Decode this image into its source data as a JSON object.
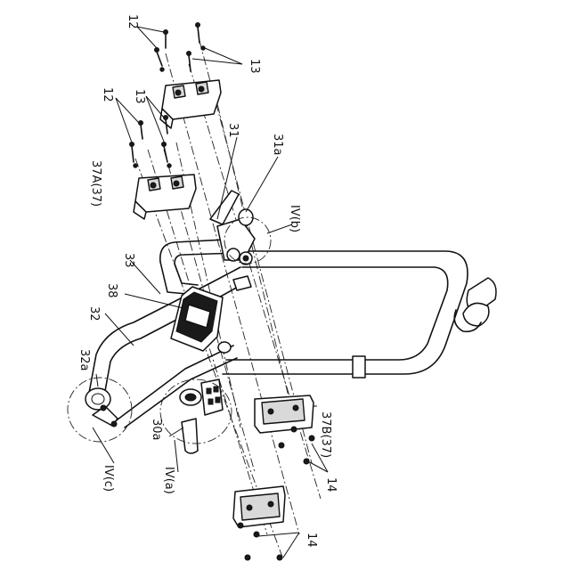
{
  "labels": {
    "bolt_top": "12",
    "nut_top": "13",
    "bolt_mid": "12",
    "nut_mid": "13",
    "clamp_a": "37A(37)",
    "lever": "31",
    "lever_part": "31a",
    "view_b": "IV(b)",
    "bar": "33",
    "bracket": "38",
    "frame": "32",
    "frame_end": "32a",
    "view_c": "IV(c)",
    "shaft": "30a",
    "view_a": "IV(a)",
    "clamp_b": "37B(37)",
    "screws_mid": "14",
    "screws_bot": "14"
  }
}
